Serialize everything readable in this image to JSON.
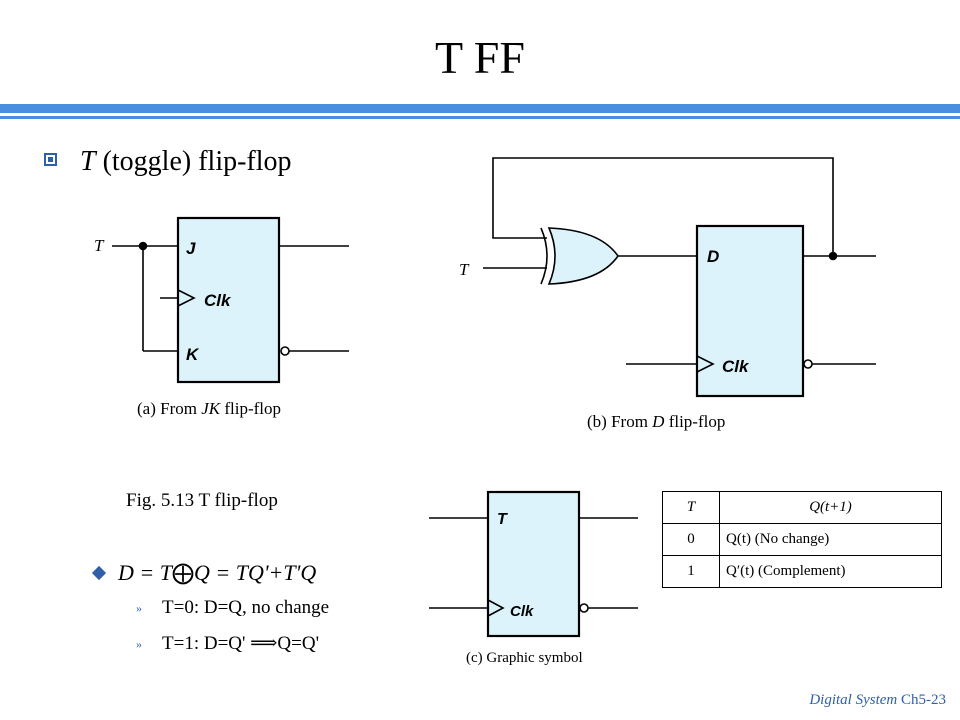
{
  "slide": {
    "title": "T FF",
    "heading_var": "T",
    "heading_rest": " (toggle) flip-flop",
    "footer_italic": "Digital System",
    "footer_page": " Ch5-23"
  },
  "colors": {
    "accent": "#4a8ee0",
    "bullet": "#2e5fa8",
    "box_fill": "#dcf3fb"
  },
  "diagram_a": {
    "input_label": "T",
    "j_label": "J",
    "clk_label": "Clk",
    "k_label": "K",
    "caption_prefix": "(a) From ",
    "caption_var": "JK",
    "caption_suffix": " flip-flop"
  },
  "diagram_b": {
    "input_label": "T",
    "d_label": "D",
    "clk_label": "Clk",
    "caption_prefix": "(b) From ",
    "caption_var": "D",
    "caption_suffix": " flip-flop"
  },
  "diagram_c": {
    "t_label": "T",
    "clk_label": "Clk",
    "caption": "(c) Graphic symbol"
  },
  "figure_caption": "Fig. 5.13 T flip-flop",
  "equation": {
    "d": "D",
    "eq": " = T",
    "xor": "⨁",
    "rest": "Q = TQ'+T'Q"
  },
  "sub_bullets": [
    {
      "marker": "»",
      "text": "T=0: D=Q, no change"
    },
    {
      "marker": "»",
      "text": "T=1: D=Q' ⟹Q=Q'"
    }
  ],
  "truth_table": {
    "headers": [
      "T",
      "Q(t+1)"
    ],
    "rows": [
      [
        "0",
        "Q(t)   (No change)"
      ],
      [
        "1",
        "Q′(t)  (Complement)"
      ]
    ]
  }
}
